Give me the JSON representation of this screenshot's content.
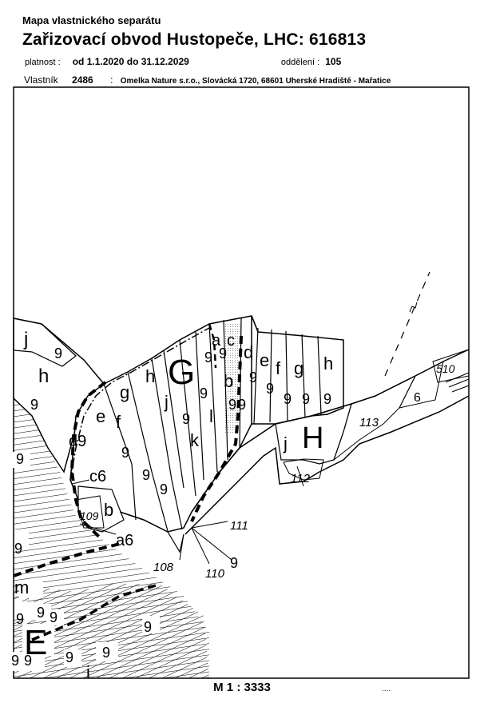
{
  "header": {
    "subtitle": "Mapa vlastnického separátu",
    "title": "Zařizovací obvod Hustopeče, LHC: 616813",
    "validity_label": "platnost :",
    "validity_value": "od 1.1.2020 do 31.12.2029",
    "division_label": "oddělení :",
    "division_value": "105",
    "owner_label": "Vlastník",
    "owner_id": "2486",
    "owner_sep": ":",
    "owner_text": "Omelka Nature s.r.o., Slovácká 1720, 68601 Uherské Hradiště - Mařatice"
  },
  "map_labels": {
    "G": "G",
    "H": "H",
    "E": "E",
    "j_big": "j",
    "a": "a",
    "c": "c",
    "d": "d",
    "e": "e",
    "f": "f",
    "g": "g",
    "h": "h",
    "j": "j",
    "b": "b",
    "i": "i",
    "k": "k",
    "l": "l",
    "m": "m",
    "c6": "c6",
    "d9": "d9",
    "a6": "a6",
    "n108": "108",
    "n109": "109",
    "n110": "110",
    "n111": "111",
    "n112": "112",
    "n113": "113",
    "n510": "510",
    "n6": "6",
    "n9": "9"
  },
  "footer": {
    "scale": "M 1 : 3333",
    "dots": "...."
  },
  "colors": {
    "ink": "#000000",
    "paper": "#ffffff"
  }
}
